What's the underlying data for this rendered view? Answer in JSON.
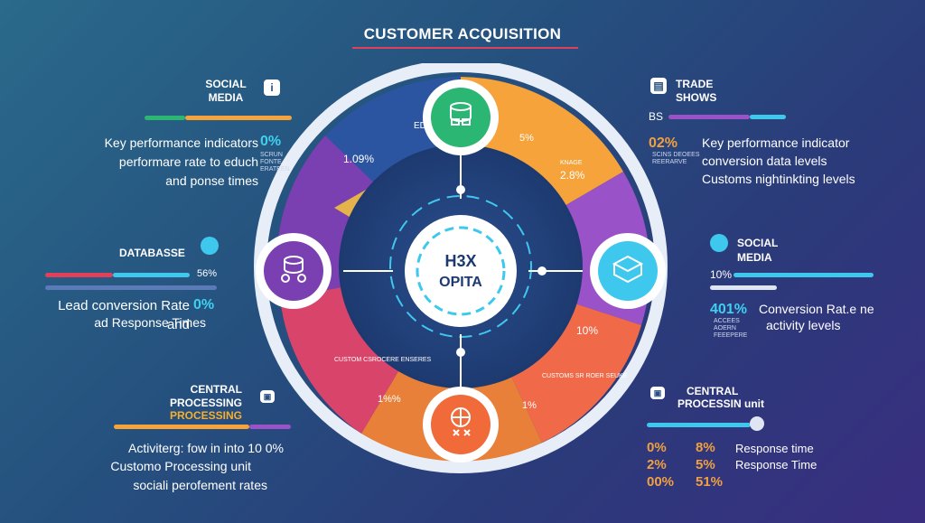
{
  "title": "CUSTOMER ACQUISITION",
  "center": {
    "line1": "H3X",
    "line2": "OPITA"
  },
  "ring_labels": {
    "top_left": "ED",
    "top_right": "5%",
    "left_mid": "1.09%",
    "right_mid_small": "KNAGE",
    "right_mid": "2.8%",
    "right_low": "10%",
    "bottom_left_small": "CUSTOM CSROCERE ENSERES",
    "bottom_left": "1%%",
    "bottom_right_small": "CUSTOMS SR ROER SEUKE",
    "bottom_right": "1%"
  },
  "panels": {
    "social_left": {
      "header": "SOCIAL MEDIA",
      "lines": [
        "Key performance indicators",
        "performare rate to educh",
        "and ponse times"
      ],
      "pct": "0%",
      "tiny": "SCRUN FONTE ERATEEN"
    },
    "database": {
      "header": "DATABASSE",
      "pct_small": "56%",
      "lines": [
        "Lead conversion Rate and",
        "ad Response Times"
      ],
      "pct": "0%"
    },
    "central_left": {
      "header1": "CENTRAL",
      "header2": "PROCESSING",
      "header3": "PROCESSING",
      "lines": [
        "Activiterg: fow in into 10 0%",
        "Customo Processing unit",
        "sociali perofement rates"
      ]
    },
    "trade": {
      "header": "TRADE SHOWS",
      "small": "BS",
      "pct": "02%",
      "tiny": "SCINS DEOEES REERARVE",
      "lines": [
        "Key performance indicator",
        "conversion data levels",
        "Customs nightinkting levels"
      ]
    },
    "social_right": {
      "header": "SOCIAL",
      "header2": "MEDIA",
      "small": "10%",
      "pct": "401%",
      "tiny": "ACCEES AOERN FEEEPERE",
      "lines": [
        "Conversion Rat.e ne",
        "activity levels"
      ]
    },
    "central_right": {
      "header1": "CENTRAL",
      "header2": "PROCESSIN unit",
      "col1": [
        "0%",
        "2%",
        "00%"
      ],
      "col2": [
        "8%",
        "5%",
        "51%"
      ],
      "labels": [
        "Response time",
        "Response Time"
      ]
    }
  },
  "icons": {
    "top": "database-grid-icon",
    "left": "database-people-icon",
    "right": "box-network-icon",
    "bottom": "globe-x-icon"
  },
  "colors": {
    "green": "#2bb673",
    "orange": "#f5a33a",
    "purple": "#7a3fb0",
    "pink": "#d9456a",
    "cyan": "#3fc8ee",
    "blue": "#2a5fa0"
  }
}
